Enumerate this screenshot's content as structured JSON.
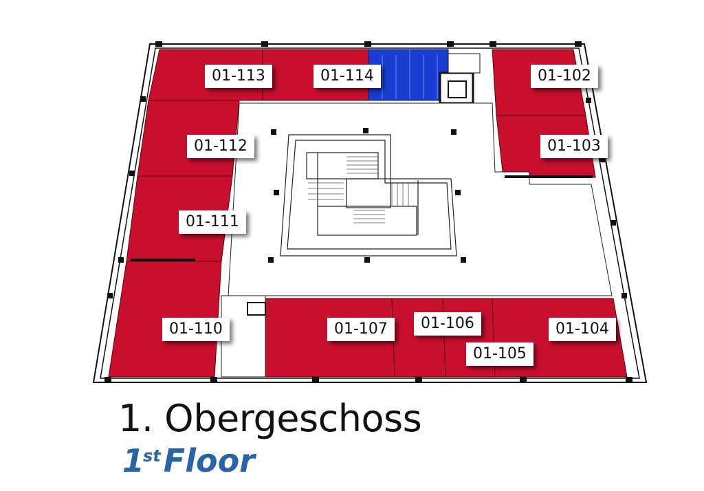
{
  "colors": {
    "office": "#c8102e",
    "core": "#1a3dd1",
    "title": "#111111",
    "subtitle": "#2a64a8"
  },
  "rooms": {
    "r113": "01-113",
    "r114": "01-114",
    "r102": "01-102",
    "r112": "01-112",
    "r103": "01-103",
    "r111": "01-111",
    "r110": "01-110",
    "r107": "01-107",
    "r106": "01-106",
    "r105": "01-105",
    "r104": "01-104"
  },
  "title": {
    "de": "1. Obergeschoss",
    "en_num": "1",
    "en_sup": "st",
    "en_word": "Floor"
  }
}
